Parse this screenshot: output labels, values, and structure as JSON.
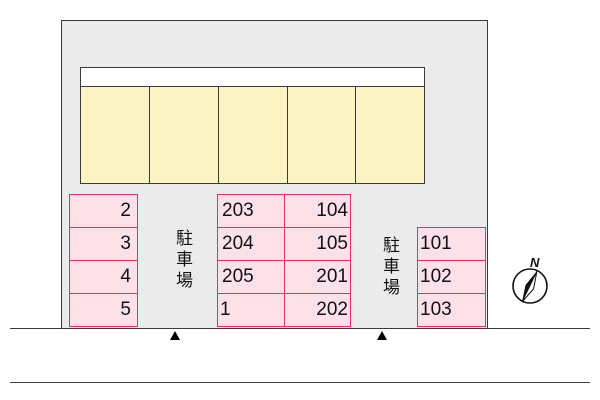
{
  "site_plan": {
    "parking_label_left": "駐車場",
    "parking_label_right": "駐車場",
    "compass_label": "N",
    "left_spaces": [
      "2",
      "3",
      "4",
      "5"
    ],
    "center_spaces": [
      [
        "203",
        "104"
      ],
      [
        "204",
        "105"
      ],
      [
        "205",
        "201"
      ],
      [
        "1",
        "202"
      ]
    ],
    "right_spaces": [
      "101",
      "102",
      "103"
    ]
  },
  "icons": {
    "compass": "north-compass-icon",
    "entrance": "entrance-arrow-icon"
  },
  "colors": {
    "building_fill": "#ebebeb",
    "outline": "#3a3a3a",
    "unit_fill": "#fdf4c4",
    "parking_fill": "#fde1e9",
    "parking_border": "#e2306a"
  }
}
